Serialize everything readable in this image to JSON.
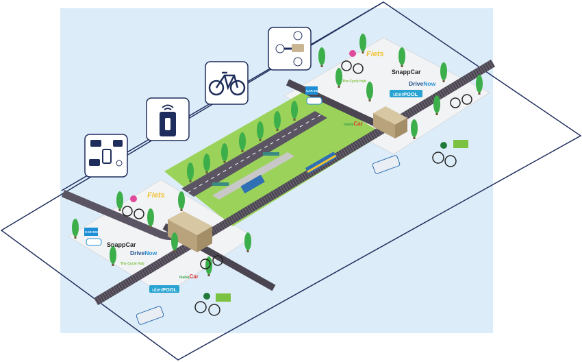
{
  "colors": {
    "background": "#dcedf9",
    "frame": "#1f2d5c",
    "grass": "#9bd35a",
    "hub": "#f2f3f5",
    "rail": "#4a4550",
    "tree": "#3cae4a",
    "building": "#c9b592"
  },
  "icons": [
    {
      "name": "multimodal-transport-icon"
    },
    {
      "name": "smart-card-icon"
    },
    {
      "name": "bicycle-icon"
    },
    {
      "name": "route-planning-icon"
    }
  ],
  "hubs": {
    "right": {
      "fiets": "Fiets",
      "snappcar": "SnappCar",
      "drivenow_a": "Drive",
      "drivenow_b": "Now",
      "uberpool_a": "uber",
      "uberpool_b": "POOL",
      "car2go": "CAR 2GO",
      "cyclehub": "The Cycle Hub",
      "blablacar_a": "blabla",
      "blablacar_b": "Car"
    },
    "left": {
      "fiets": "Fiets",
      "snappcar": "SnappCar",
      "drivenow_a": "Drive",
      "drivenow_b": "Now",
      "uberpool_a": "uber",
      "uberpool_b": "POOL",
      "car2go": "CAR 2GO",
      "cyclehub": "The Cycle Hub",
      "blablacar_a": "blabla",
      "blablacar_b": "Car"
    }
  }
}
